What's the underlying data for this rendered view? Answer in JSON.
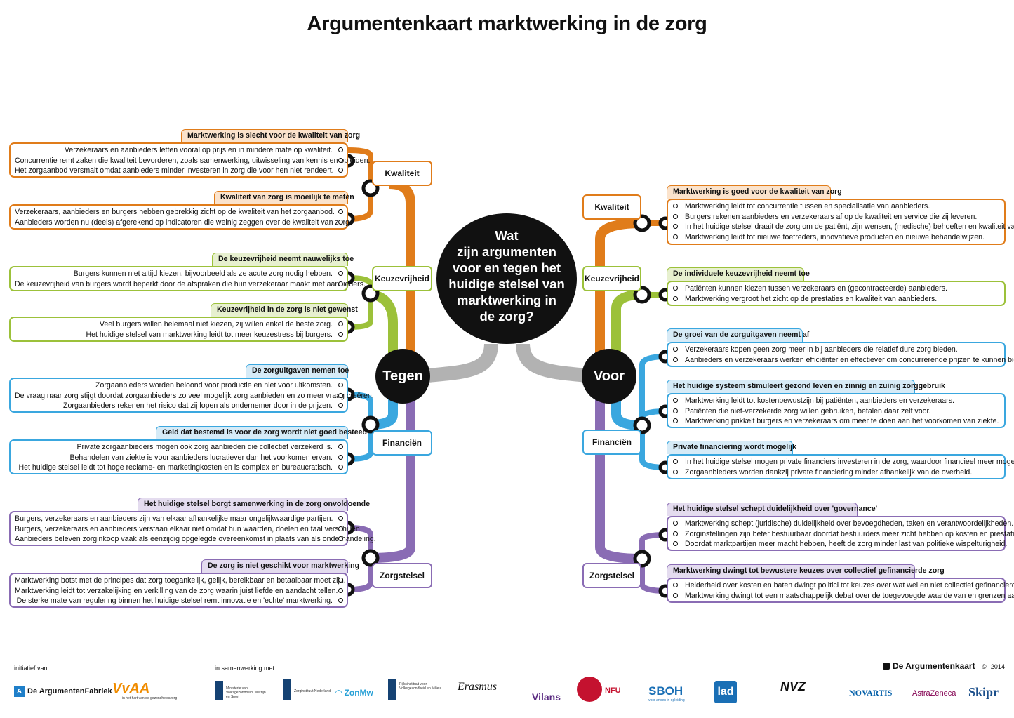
{
  "title": "Argumentenkaart marktwerking in de zorg",
  "center_question": [
    "Wat",
    "zijn argumenten",
    "voor en tegen het",
    "huidige stelsel van",
    "marktwerking in",
    "de zorg?"
  ],
  "tegen_label": "Tegen",
  "voor_label": "Voor",
  "colors": {
    "kwaliteit": "#e07c1a",
    "keuzevrijheid": "#9cc13a",
    "financien": "#3aa7df",
    "zorgstelsel": "#8a6cb4",
    "center": "#b2b2b2"
  },
  "tegen": {
    "categories": [
      "Kwaliteit",
      "Keuzevrijheid",
      "Financiën",
      "Zorgstelsel"
    ],
    "groups": [
      {
        "header": "Marktwerking is slecht voor de kwaliteit van zorg",
        "lines": [
          "Verzekeraars en aanbieders letten vooral op prijs en in mindere mate op kwaliteit.",
          "Concurrentie remt zaken die kwaliteit bevorderen, zoals samenwerking, uitwisseling van kennis en opleiden.",
          "Het zorgaanbod versmalt omdat aanbieders minder investeren in zorg die voor hen niet rendeert."
        ]
      },
      {
        "header": "Kwaliteit van zorg is moeilijk te meten",
        "lines": [
          "Verzekeraars, aanbieders en burgers hebben gebrekkig zicht op de kwaliteit van het zorgaanbod.",
          "Aanbieders worden nu (deels) afgerekend op indicatoren die weinig zeggen over de kwaliteit van zorg."
        ]
      },
      {
        "header": "De keuzevrijheid neemt nauwelijks toe",
        "lines": [
          "Burgers kunnen niet altijd kiezen, bijvoorbeeld als ze acute zorg nodig hebben.",
          "De keuzevrijheid van burgers wordt beperkt door de afspraken die hun verzekeraar maakt met aanbieders."
        ]
      },
      {
        "header": "Keuzevrijheid in de zorg is niet gewenst",
        "lines": [
          "Veel burgers willen helemaal niet kiezen, zij willen enkel de beste zorg.",
          "Het huidige stelsel van marktwerking leidt tot meer keuzestress bij burgers."
        ]
      },
      {
        "header": "De zorguitgaven nemen toe",
        "lines": [
          "Zorgaanbieders worden beloond voor productie en niet voor uitkomsten.",
          "De vraag naar zorg stijgt doordat zorgaanbieders zo veel mogelijk zorg aanbieden en zo meer vraag creëren.",
          "Zorgaanbieders rekenen het risico dat zij lopen als ondernemer door in de prijzen."
        ]
      },
      {
        "header": "Geld dat bestemd is voor de zorg wordt niet goed besteed",
        "lines": [
          "Private zorgaanbieders mogen ook zorg aanbieden die collectief verzekerd is.",
          "Behandelen van ziekte is voor aanbieders lucratiever dan het voorkomen ervan.",
          "Het huidige stelsel leidt tot hoge reclame- en marketingkosten en is complex en bureaucratisch."
        ]
      },
      {
        "header": "Het huidige stelsel borgt samenwerking in de zorg onvoldoende",
        "lines": [
          "Burgers, verzekeraars en aanbieders zijn van elkaar afhankelijke maar ongelijkwaardige partijen.",
          "Burgers, verzekeraars en aanbieders verstaan elkaar niet omdat hun waarden, doelen en taal verschillen.",
          "Aanbieders beleven zorginkoop vaak als eenzijdig opgelegde overeenkomst in plaats van als onderhandeling."
        ]
      },
      {
        "header": "De zorg is niet geschikt voor marktwerking",
        "lines": [
          "Marktwerking botst met de principes dat zorg toegankelijk, gelijk, bereikbaar en betaalbaar moet zijn.",
          "Marktwerking leidt tot verzakelijking en verkilling van de zorg waarin juist liefde en aandacht tellen.",
          "De sterke mate van regulering binnen het huidige stelsel remt innovatie en 'echte' marktwerking."
        ]
      }
    ]
  },
  "voor": {
    "categories": [
      "Kwaliteit",
      "Keuzevrijheid",
      "Financiën",
      "Zorgstelsel"
    ],
    "groups": [
      {
        "header": "Marktwerking is goed voor de kwaliteit van zorg",
        "lines": [
          "Marktwerking leidt tot concurrentie tussen en specialisatie van aanbieders.",
          "Burgers rekenen aanbieders en verzekeraars af op de kwaliteit en service die zij leveren.",
          "In het huidige stelsel draait de zorg om de patiënt, zijn wensen, (medische) behoeften en kwaliteit van leven.",
          "Marktwerking leidt tot nieuwe toetreders, innovatieve producten en nieuwe behandelwijzen."
        ]
      },
      {
        "header": "De individuele keuzevrijheid neemt toe",
        "lines": [
          "Patiënten kunnen kiezen tussen verzekeraars en (gecontracteerde) aanbieders.",
          "Marktwerking vergroot het zicht op de prestaties en kwaliteit van aanbieders."
        ]
      },
      {
        "header": "De groei van de zorguitgaven neemt af",
        "lines": [
          "Verzekeraars kopen geen zorg meer in bij aanbieders die relatief dure zorg bieden.",
          "Aanbieders en verzekeraars werken efficiënter en effectiever om concurrerende prijzen te kunnen bieden."
        ]
      },
      {
        "header": "Het huidige systeem stimuleert gezond leven en zinnig en zuinig zorggebruik",
        "lines": [
          "Marktwerking leidt tot kostenbewustzijn bij patiënten, aanbieders en verzekeraars.",
          "Patiënten die niet-verzekerde zorg willen gebruiken, betalen daar zelf voor.",
          "Marktwerking prikkelt burgers en verzekeraars om meer te doen aan het voorkomen van ziekte."
        ]
      },
      {
        "header": "Private financiering wordt mogelijk",
        "lines": [
          "In het huidige stelsel mogen private financiers investeren in de zorg, waardoor financieel meer mogelijk wordt.",
          "Zorgaanbieders worden dankzij private financiering minder afhankelijk van de overheid."
        ]
      },
      {
        "header": "Het huidige stelsel schept duidelijkheid over 'governance'",
        "lines": [
          "Marktwerking schept (juridische) duidelijkheid over bevoegdheden, taken en verantwoordelijkheden.",
          "Zorginstellingen zijn beter bestuurbaar doordat bestuurders meer zicht hebben op kosten en prestaties.",
          "Doordat marktpartijen meer macht hebben, heeft de zorg minder last van politieke wispelturigheid."
        ]
      },
      {
        "header": "Marktwerking dwingt tot bewustere keuzes over collectief gefinancierde zorg",
        "lines": [
          "Helderheid over kosten en baten dwingt politici tot keuzes over wat wel en niet collectief gefinancierde zorg is.",
          "Marktwerking dwingt tot een maatschappelijk debat over de toegevoegde waarde van en grenzen aan zorg."
        ]
      }
    ]
  },
  "footer": {
    "initiatief_label": "initiatief van:",
    "samenwerking_label": "in samenwerking met:",
    "brand": "De Argumentenkaart",
    "year": "2014",
    "logos": {
      "argumentenfabriek": "De ArgumentenFabriek",
      "vvaa": "VvAA",
      "vvaa_tagline": "in het hart van de gezondheidszorg",
      "vws": "Ministerie van Volksgezondheid, Welzijn en Sport",
      "zorginstituut": "Zorginstituut Nederland",
      "zonmw": "ZonMw",
      "rijksinstituut": "Rijksinstituut voor Volksgezondheid en Milieu",
      "erasmus": "Erasmus",
      "vilans": "Vilans",
      "nfu": "NFU",
      "sboh": "SBOH",
      "sboh_tagline": "voor artsen in opleiding",
      "lad": "lad",
      "nvz": "NVZ",
      "novartis": "NOVARTIS",
      "astrazeneca": "AstraZeneca",
      "skipr": "Skipr"
    }
  }
}
